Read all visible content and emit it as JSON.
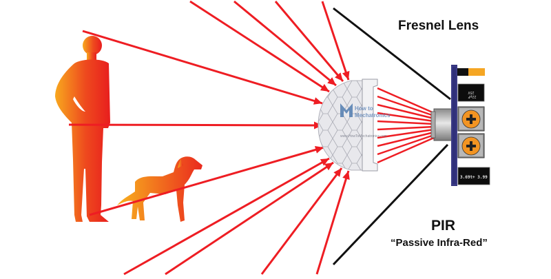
{
  "labels": {
    "lens_title": "Fresnel Lens",
    "pir_title": "PIR",
    "pir_subtitle": "“Passive Infra-Red”"
  },
  "components": {
    "capacitor_top": "22µF\n25V",
    "capacitor_bottom": "3.69t+  3.99"
  },
  "watermark": {
    "line1": "How to",
    "line2": "Mechatronics",
    "url": "www.HowToMechatronics.com"
  },
  "colors": {
    "ray": "#ee1d23",
    "silhouette_light": "#f8a81e",
    "silhouette_dark": "#e81e1e",
    "board": "#30307a",
    "lens": "#e6e6ea",
    "guide_line": "#111111"
  },
  "icons": {
    "human": "human-silhouette",
    "dog": "dog-silhouette",
    "lens": "fresnel-lens",
    "sensor": "pir-sensor-board"
  }
}
